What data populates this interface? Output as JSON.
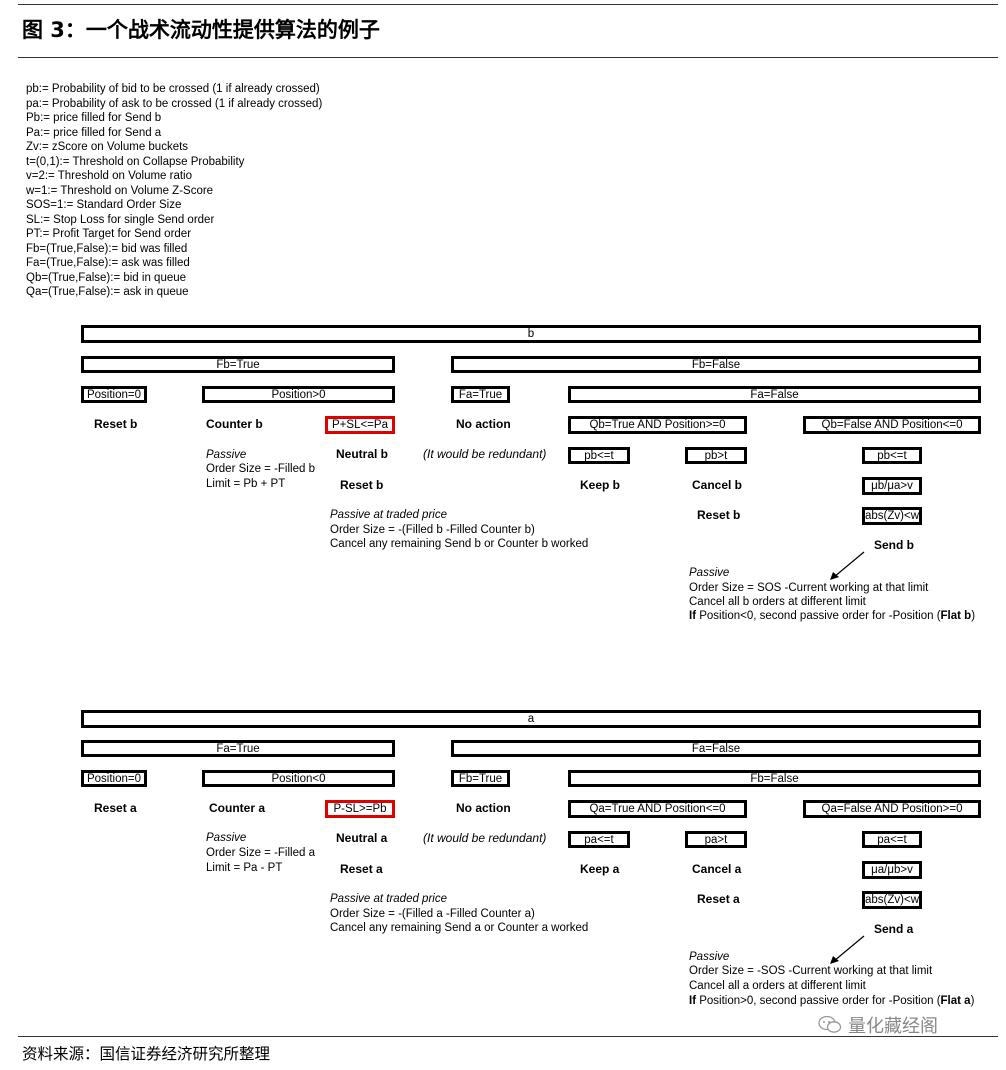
{
  "title": "图 3：一个战术流动性提供算法的例子",
  "definitions": [
    "pb:= Probability of bid to be crossed (1 if already crossed)",
    "pa:= Probability of ask to be crossed (1 if already crossed)",
    "Pb:= price filled for Send b",
    "Pa:= price filled for Send a",
    "Zv:= zScore on Volume buckets",
    "t=(0,1):= Threshold on Collapse Probability",
    "v=2:= Threshold on Volume ratio",
    "w=1:= Threshold on Volume Z-Score",
    "SOS=1:= Standard Order Size",
    "SL:= Stop Loss for single Send order",
    "PT:= Profit Target for Send order",
    "Fb=(True,False):= bid was filled",
    "Fa=(True,False):= ask was filled",
    "Qb=(True,False):= bid in queue",
    "Qa=(True,False):= ask in queue"
  ],
  "tree_b": {
    "root": "b",
    "left": "Fb=True",
    "right": "Fb=False",
    "pos_zero": "Position=0",
    "pos_other": "Position>0",
    "fa_true": "Fa=True",
    "fa_false": "Fa=False",
    "reset": "Reset b",
    "counter": "Counter b",
    "stop_cond": "P+SL<=Pa",
    "no_action": "No action",
    "q_true": "Qb=True AND Position>=0",
    "q_false": "Qb=False AND Position<=0",
    "passive": "Passive",
    "order_size": "Order Size = -Filled b",
    "limit": "Limit = Pb + PT",
    "neutral": "Neutral b",
    "redundant": "(It would be redundant)",
    "cond1": "pb<=t",
    "cond2": "pb>t",
    "cond3": "pb<=t",
    "reset_neutral": "Reset b",
    "keep": "Keep b",
    "cancel": "Cancel b",
    "ratio": "μb/μa>v",
    "traded_passive": "Passive at traded price",
    "traded_size": "Order Size = -(Filled b -Filled Counter b)",
    "traded_cancel": "Cancel any remaining Send b or Counter b worked",
    "reset_cancel": "Reset b",
    "zscore": "abs(Zv)<w",
    "send": "Send b",
    "send_passive": "Passive",
    "send_size": "Order Size = SOS -Current working at that limit",
    "send_cancel": "Cancel all b orders at different limit",
    "if_word": "If",
    "if_rest": " Position<0, second passive order for -Position (",
    "flat": "Flat b",
    "close_paren": ")"
  },
  "tree_a": {
    "root": "a",
    "left": "Fa=True",
    "right": "Fa=False",
    "pos_zero": "Position=0",
    "pos_other": "Position<0",
    "fa_true": "Fb=True",
    "fa_false": "Fb=False",
    "reset": "Reset a",
    "counter": "Counter a",
    "stop_cond": "P-SL>=Pb",
    "no_action": "No action",
    "q_true": "Qa=True AND Position<=0",
    "q_false": "Qa=False AND Position>=0",
    "passive": "Passive",
    "order_size": "Order Size = -Filled a",
    "limit": "Limit = Pa - PT",
    "neutral": "Neutral a",
    "redundant": "(It would be redundant)",
    "cond1": "pa<=t",
    "cond2": "pa>t",
    "cond3": "pa<=t",
    "reset_neutral": "Reset a",
    "keep": "Keep a",
    "cancel": "Cancel a",
    "ratio": "μa/μb>v",
    "traded_passive": "Passive at traded price",
    "traded_size": "Order Size = -(Filled a -Filled Counter a)",
    "traded_cancel": "Cancel any remaining Send a or Counter a worked",
    "reset_cancel": "Reset a",
    "zscore": "abs(Zv)<w",
    "send": "Send a",
    "send_passive": "Passive",
    "send_size": "Order Size = -SOS -Current working at that limit",
    "send_cancel": "Cancel all a orders at different limit",
    "if_word": "If",
    "if_rest": " Position>0, second passive order for -Position (",
    "flat": "Flat a",
    "close_paren": ")"
  },
  "source": "资料来源：国信证券经济研究所整理",
  "watermark": "量化藏经阁",
  "watermark_icon": "wechat-icon"
}
